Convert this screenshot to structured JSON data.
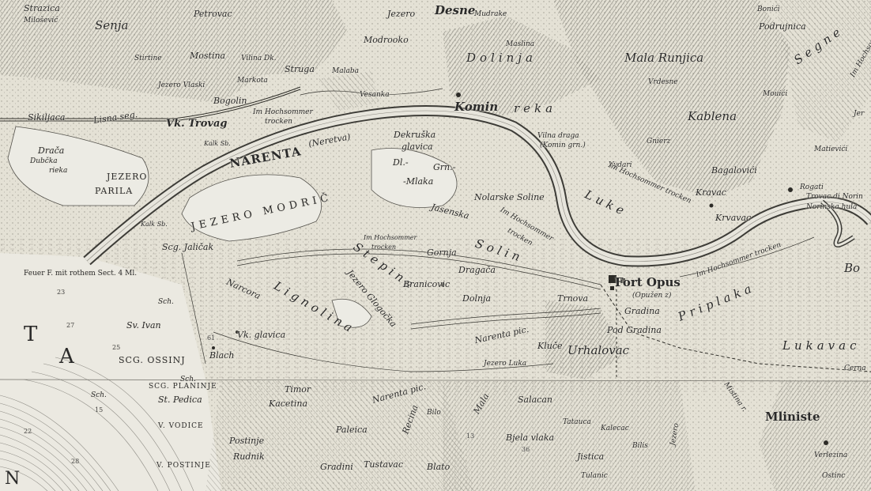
{
  "labels": {
    "strazica": "Strazica",
    "milosevica": "Milošević",
    "senja": "Senja",
    "petrovac": "Petrovac",
    "jezero_top": "Jezero",
    "desne": "Desne",
    "mudrake": "Mudrake",
    "bonici": "Bonići",
    "podrujnica": "Podrujnica",
    "modrooko": "Modrooko",
    "maslina": "Maslina",
    "mala_runjica": "Mala Runjica",
    "vilina_dk": "Vilina Dk.",
    "mostina": "Mostina",
    "stirtine": "Stirtine",
    "struga": "Struga",
    "malaba": "Malaba",
    "jezero_vlaska": "Jezero Vlaski",
    "markota": "Markota",
    "bogolin": "Bogolin",
    "vesanka": "Vesanka",
    "komin": "Komin",
    "dolinja": "Dolinja",
    "reka": "reka",
    "vrdesne": "Vrdesne",
    "mouici": "Mouići",
    "sikiljaca": "Sikiljaca",
    "lisna_seg": "Lisna seg.",
    "vk_trovag": "Vk. Trovag",
    "im_hochsommer_1": "Im Hochsommer",
    "trocken_1": "trocken",
    "kalk_sb": "Kalk Sb.",
    "kablena": "Kablena",
    "matievici": "Matievići",
    "dracka": "Drača",
    "dubcka": "Dubčka",
    "rieka": "rieka",
    "jezero_parila_1": "JEZERO",
    "jezero_parila_2": "PARILA",
    "narenta": "NARENTA",
    "neretva": "(Neretva)",
    "dekruska": "Dekruška",
    "glavica": "glavica",
    "vilna_draga": "Vilna draga",
    "komin_grn": "(Komin grn.)",
    "gnierz": "Gnierz",
    "vydari": "Vydari",
    "dl": "Dl.-",
    "grn": "Grn.-",
    "mlaka": "-Mlaka",
    "bagalovici": "Bagalovići",
    "im_hochsommer_2": "Im Hochsommer trocken",
    "kravac": "Kravac",
    "rogati": "Rogati",
    "trovac_norinska": "Trovac di Norin",
    "norinska_hula": "Norinska hula",
    "im_hochsommer_right": "Im Hochsommer",
    "jezero_modric": "JEZERO MODRIČ",
    "kalk_sb_2": "Kalk Sb.",
    "nolarske_soline": "Nolarske Soline",
    "luke": "Luke",
    "jasenska": "Jasenska",
    "im_hochsommer_3": "Im Hochsommer",
    "trocken_3": "trocken",
    "krvavac": "Krvavac",
    "segne": "Segne",
    "scg_jalican": "Scg. Jaličak",
    "im_hochsommer_4": "Im Hochsommer",
    "trocken_4": "trocken",
    "gornja": "Gornja",
    "solin": "Solin",
    "im_hochsommer_5": "Im Hochsommer trocken",
    "feuer": "Feuer F. mit rothem Sect. 4 Ml.",
    "bo": "Bo",
    "fort_opus": "Fort Opus",
    "opuzen": "(Opužen z)",
    "stepina": "Stepina",
    "branicevic": "Branicovic",
    "dragaca": "Dragača",
    "dolnja": "Dolnja",
    "trnova": "Trnova",
    "priplaka": "Priplaka",
    "t": "T",
    "a": "A",
    "jezero_glogocka": "Jezero Glogočka",
    "gradina": "Gradina",
    "pod_gradina": "Pod Gradina",
    "lukavac": "Lukavac",
    "narcora": "Narcora",
    "lignolina": "Lignolina",
    "sv_ivan": "Sv. Ivan",
    "vk_glavica": "Vk. glavica",
    "narenta_pic": "Narenta pic.",
    "kluce": "Kluče",
    "urhalovac": "Urhalovac",
    "scg_ossinj": "SCG. OSSINJ",
    "blach": "Blach",
    "jezero_luka": "Jezero Luka",
    "cerna": "Cerna",
    "sch_1": "Sch.",
    "sch_2": "Sch.",
    "sch_3": "Sch.",
    "scg_planinje": "SCG. PLANINJE",
    "st_pedica": "St. Pedica",
    "timor": "Timor",
    "kacetina": "Kacetina",
    "narenta_pic_2": "Narenta pic.",
    "mliniste": "Mliniste",
    "bilo": "Bilo",
    "mala": "Mala",
    "salacan": "Salacan",
    "v_vodice": "V. VODICE",
    "paleica": "Paleica",
    "recina": "Recina",
    "tatauca": "Tatauca",
    "kalecac": "Kalecac",
    "postinje": "Postinje",
    "bjelavlaka": "Bjela vlaka",
    "bilis": "Bilis",
    "rudnik": "Rudnik",
    "jistica": "Jistica",
    "verlezina": "Verlezina",
    "v_postinje": "V. POSTINJE",
    "gradini": "Gradini",
    "tustavac": "Tustavac",
    "blato": "Blato",
    "tuianic": "Tulanic",
    "ostinc": "Ostinc",
    "jezero_side": "Jezero",
    "misira_r": "Mistina r.",
    "na": "N",
    "im_hochsommer_top": "Im Hochsommer",
    "jer": "Jer"
  },
  "spot_heights": [
    "23",
    "27",
    "25",
    "22",
    "28",
    "15",
    "13",
    "61",
    "36"
  ],
  "colors": {
    "paper": "#e4e1d5",
    "ink": "#2a2a2a",
    "sea": "#eceae2",
    "hills": "#8c8a82"
  }
}
